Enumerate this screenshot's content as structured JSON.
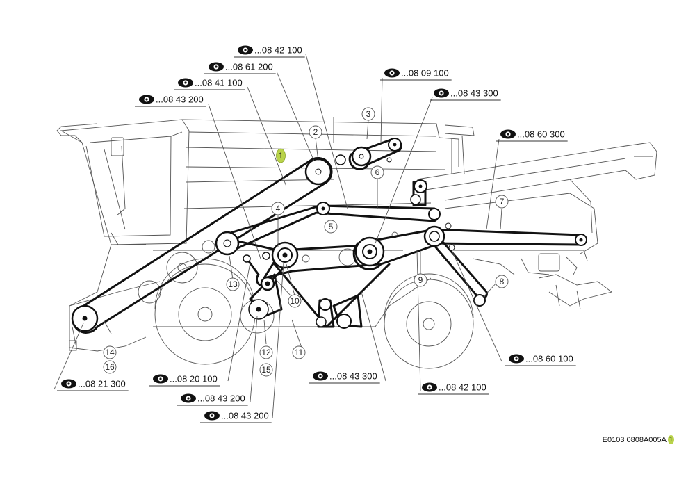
{
  "refs": [
    {
      "id": "r1",
      "text": "...08 42 100"
    },
    {
      "id": "r2",
      "text": "...08 61 200"
    },
    {
      "id": "r3",
      "text": "...08 09 100"
    },
    {
      "id": "r4",
      "text": "...08 41 100"
    },
    {
      "id": "r5",
      "text": "...08 43 300"
    },
    {
      "id": "r6",
      "text": "...08 43 200"
    },
    {
      "id": "r7",
      "text": "...08 60 300"
    },
    {
      "id": "r8",
      "text": "...08 60 100"
    },
    {
      "id": "r9",
      "text": "...08 20 100"
    },
    {
      "id": "r10",
      "text": "...08 21 300"
    },
    {
      "id": "r11",
      "text": "...08 43 300"
    },
    {
      "id": "r12",
      "text": "...08 42 100"
    },
    {
      "id": "r13",
      "text": "...08 43 200"
    },
    {
      "id": "r14",
      "text": "...08 43 200"
    }
  ],
  "numbers": [
    "1",
    "2",
    "3",
    "4",
    "5",
    "6",
    "7",
    "8",
    "9",
    "10",
    "11",
    "12",
    "13",
    "14",
    "15",
    "16"
  ],
  "colors": {
    "highlight": "#b9d34a",
    "line": "#111111",
    "outline": "#555555"
  },
  "figure_id": "E0103 0808A005A",
  "figure_marker": "1"
}
